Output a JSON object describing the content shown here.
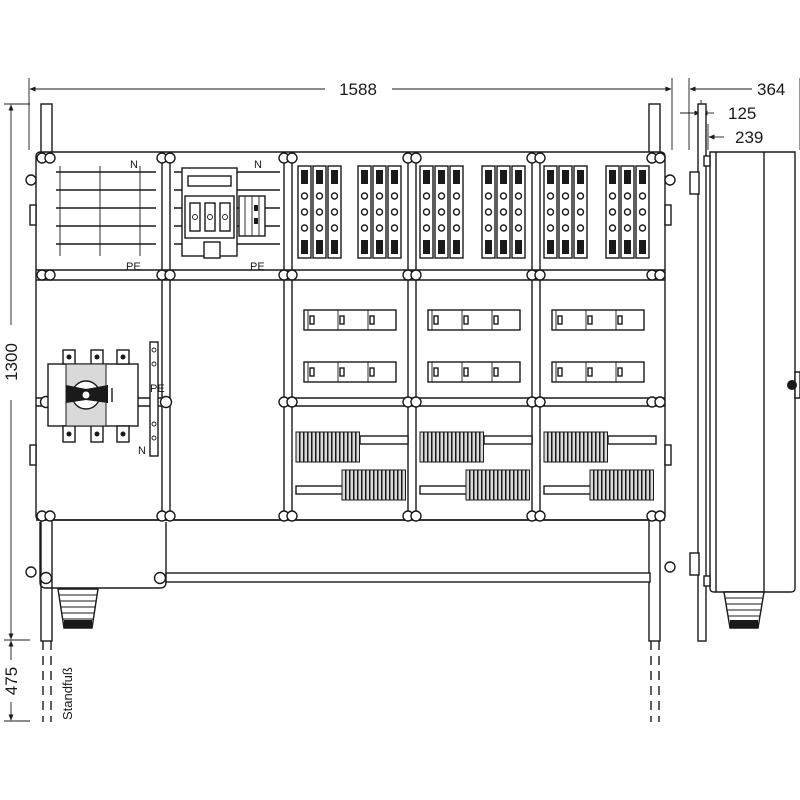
{
  "dimensions": {
    "width_total": "1588",
    "height_main": "1300",
    "height_foot": "475",
    "depth_total": "364",
    "depth_a": "125",
    "depth_b": "239"
  },
  "labels": {
    "n": "N",
    "pe": "PE",
    "standfuss": "Standfuß"
  }
}
